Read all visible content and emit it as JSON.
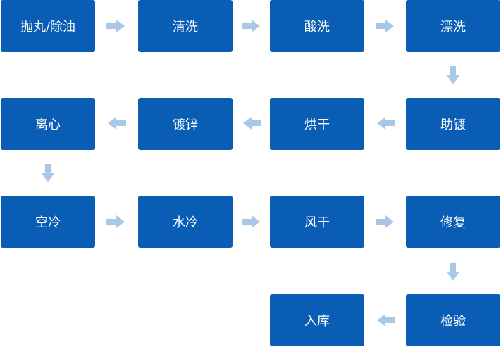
{
  "colors": {
    "box": "#0a5db4",
    "text": "#ffffff",
    "arrow": "#a9c8e6"
  },
  "steps": [
    "抛丸/除油",
    "清洗",
    "酸洗",
    "漂洗",
    "助镀",
    "烘干",
    "镀锌",
    "离心",
    "空冷",
    "水冷",
    "风干",
    "修复",
    "检验",
    "入库"
  ]
}
